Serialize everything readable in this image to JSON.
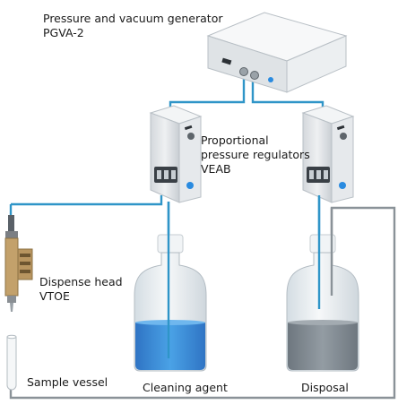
{
  "labels": {
    "generator": [
      "Pressure and vacuum generator",
      "PGVA-2"
    ],
    "regulators": [
      "Proportional",
      "pressure regulators",
      "VEAB"
    ],
    "dispense_head": [
      "Dispense head",
      "VTOE"
    ],
    "sample_vessel": "Sample vessel",
    "cleaning_agent": "Cleaning agent",
    "disposal": "Disposal"
  },
  "colors": {
    "tube_blue": "#2f95c8",
    "tube_gray": "#8a9298",
    "cleaning_liquid": "#3d8fd8",
    "disposal_liquid": "#808a92",
    "device_body": "#e3e6e9",
    "status_led": "#2a8be0"
  }
}
